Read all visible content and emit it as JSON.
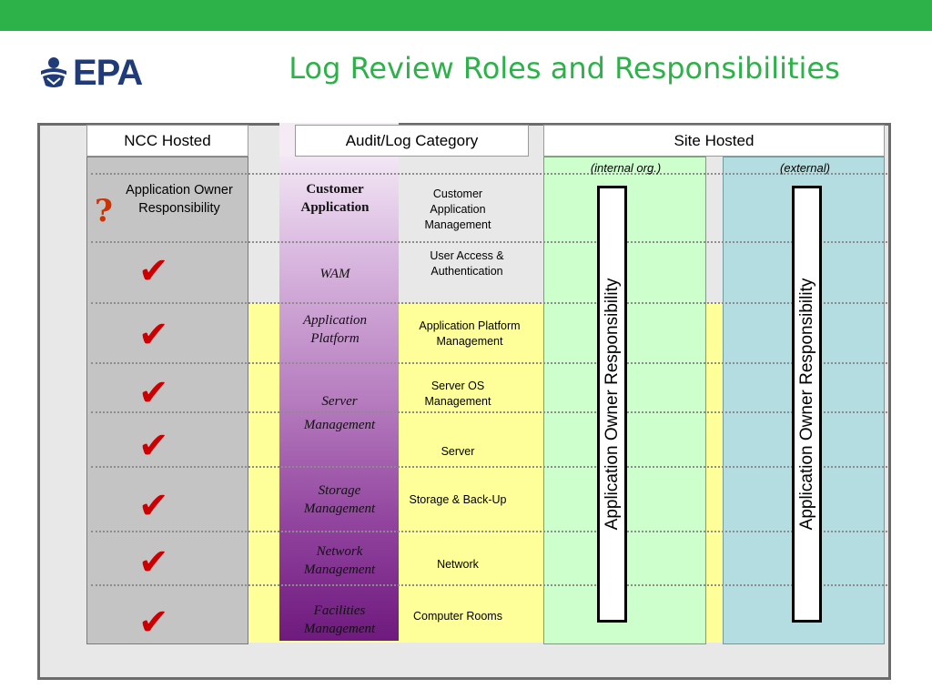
{
  "page": {
    "title": "Log Review Roles and Responsibilities"
  },
  "logo": {
    "text": "EPA",
    "icon": "epa-seal-icon"
  },
  "headers": {
    "ncc": "NCC Hosted",
    "category": "Audit/Log Category",
    "site": "Site Hosted"
  },
  "ncc": {
    "owner_label": "Application Owner Responsibility",
    "owner_icon": "question-mark-icon",
    "check_icon": "checkmark-icon"
  },
  "categories": [
    {
      "purple": "Customer Application",
      "name": "Customer Application Management"
    },
    {
      "purple": "WAM",
      "name": "User Access & Authentication"
    },
    {
      "purple": "Application Platform",
      "name": "Application Platform Management"
    },
    {
      "purple": "Server Management",
      "name": "Server OS Management"
    },
    {
      "purple": "",
      "name": "Server"
    },
    {
      "purple": "Storage Management",
      "name": "Storage & Back-Up"
    },
    {
      "purple": "Network Management",
      "name": "Network"
    },
    {
      "purple": "Facilities Management",
      "name": "Computer Rooms"
    }
  ],
  "site": {
    "internal_label": "(internal org.)",
    "external_label": "(external)",
    "internal_box": "Application Owner Responsibility",
    "external_box": "Application Owner Responsibility"
  },
  "colors": {
    "accent_green": "#2db24a",
    "epa_blue": "#1f3b7a",
    "check_red": "#cc0000",
    "yellow": "#ffff99",
    "internal_green": "#ccffcc",
    "external_blue": "#b3dde0"
  }
}
